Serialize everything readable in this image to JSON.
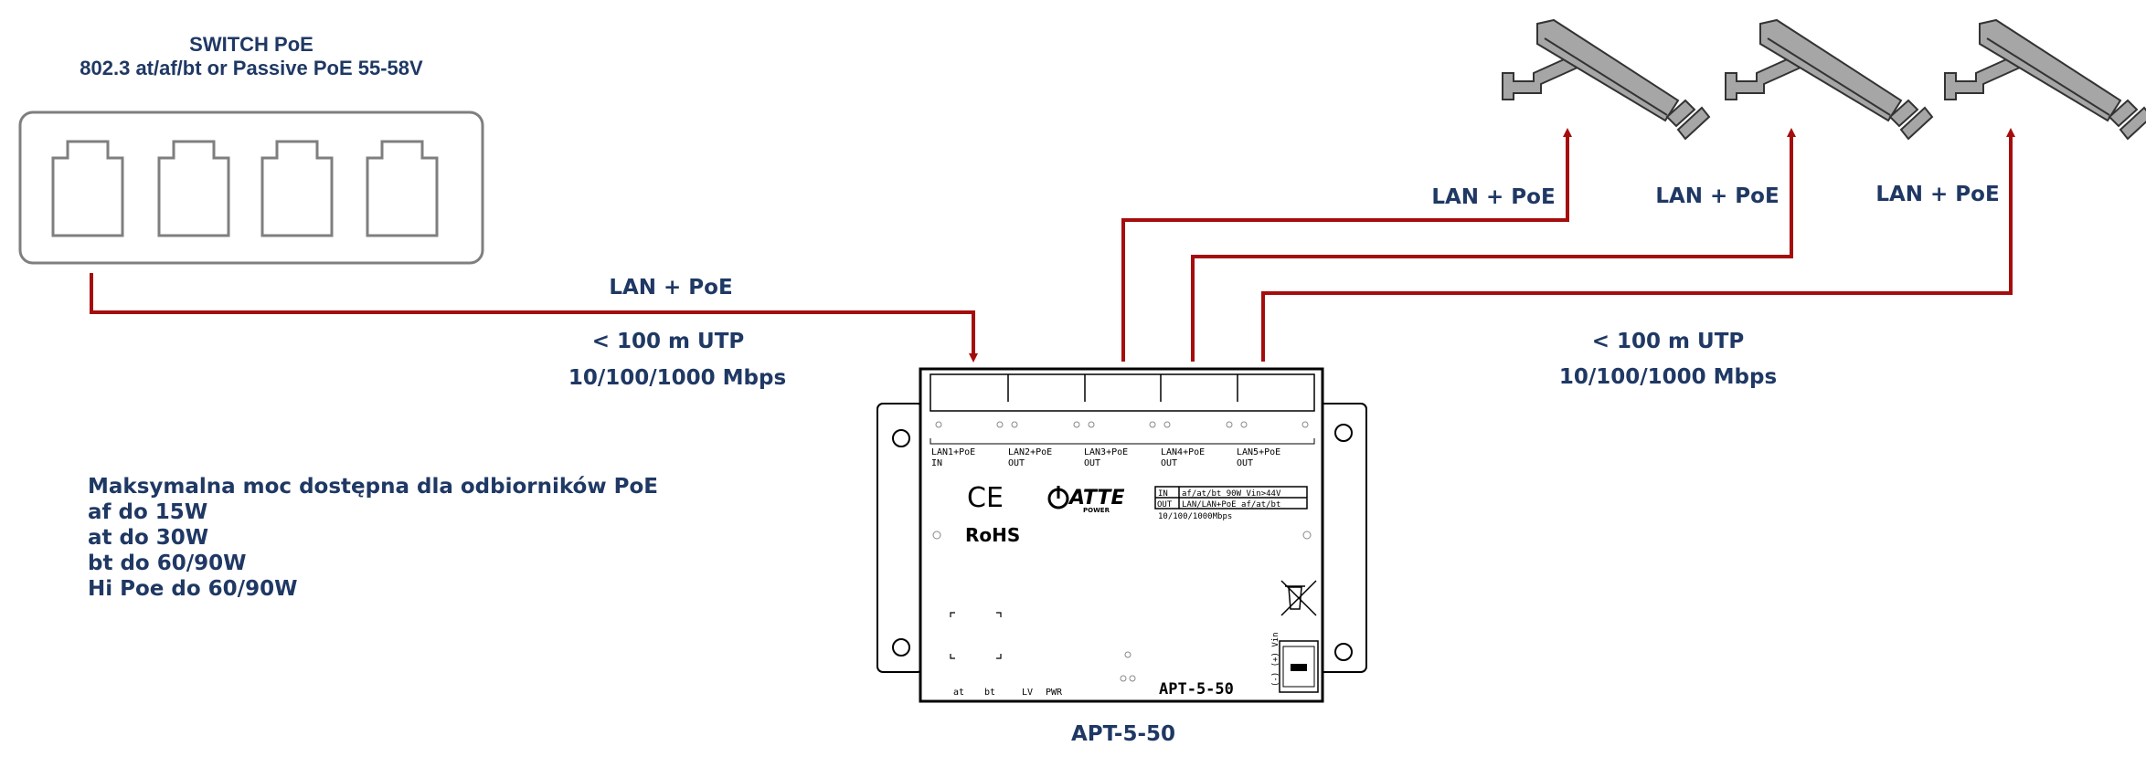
{
  "switch": {
    "title": "SWITCH PoE",
    "subtitle": "802.3 at/af/bt or Passive PoE 55-58V"
  },
  "links": {
    "input_label": "LAN + PoE",
    "input_distance": "< 100 m UTP",
    "input_speed": "10/100/1000 Mbps",
    "output_distance": "< 100 m UTP",
    "output_speed": "10/100/1000 Mbps",
    "camera_labels": [
      "LAN + PoE",
      "LAN + PoE",
      "LAN + PoE"
    ]
  },
  "power_info": {
    "heading": "Maksymalna moc dostępna dla odbiorników PoE",
    "lines": [
      "af do 15W",
      "at do 30W",
      "bt do 60/90W",
      "Hi Poe do 60/90W"
    ]
  },
  "device": {
    "caption": "APT-5-50",
    "model_text": "APT-5-50",
    "ports": [
      {
        "name": "LAN1+PoE",
        "dir": "IN"
      },
      {
        "name": "LAN2+PoE",
        "dir": "OUT"
      },
      {
        "name": "LAN3+PoE",
        "dir": "OUT"
      },
      {
        "name": "LAN4+PoE",
        "dir": "OUT"
      },
      {
        "name": "LAN5+PoE",
        "dir": "OUT"
      }
    ],
    "ce": "CE",
    "rohs": "RoHS",
    "logo_text": "ATTE",
    "logo_sub": "POWER",
    "spec_in_key": "IN",
    "spec_in_val": "af/at/bt 90W Vin>44V",
    "spec_out_key": "OUT",
    "spec_out_val": "LAN/LAN+PoE af/at/bt",
    "spec_speed": "10/100/1000Mbps",
    "leds": [
      "at",
      "bt",
      "LV",
      "PWR"
    ],
    "vin_label": "(-) (+) Vin"
  },
  "colors": {
    "cable": "#a50d0d",
    "label": "#1f3864",
    "camera": "#a6a6a6"
  }
}
